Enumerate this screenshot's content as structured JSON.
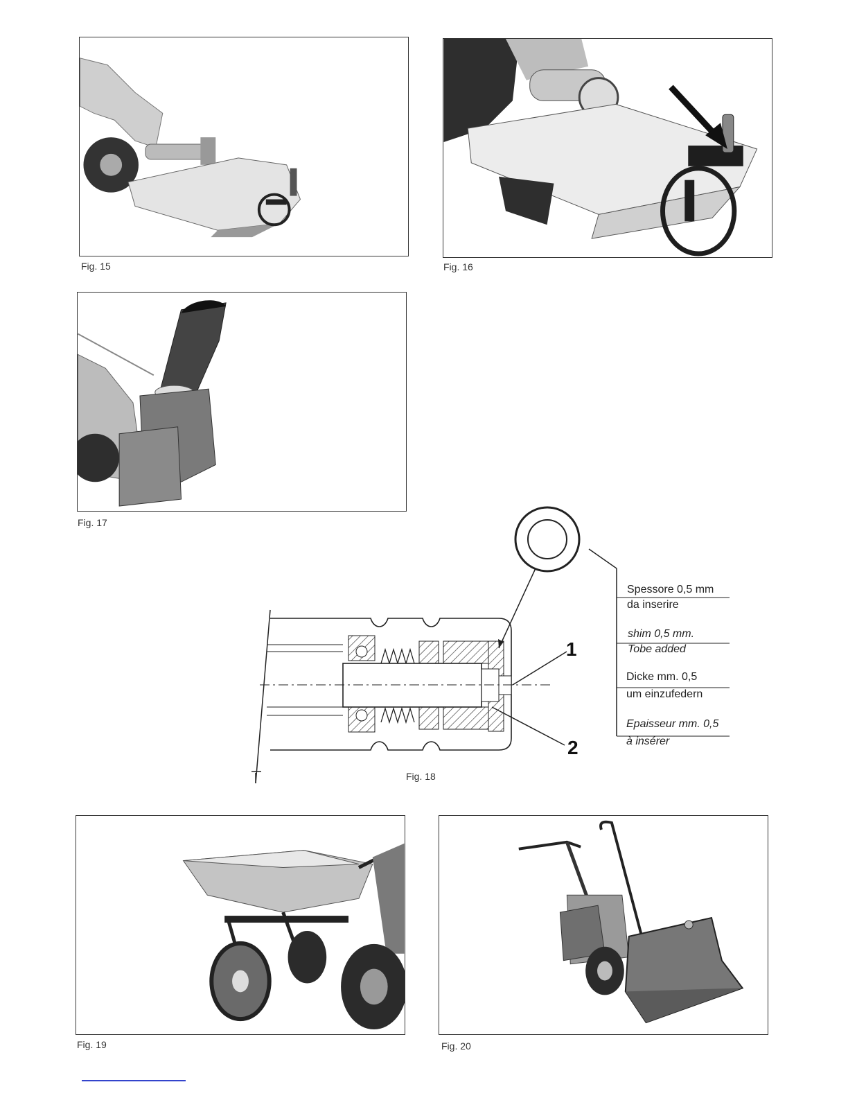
{
  "figures": {
    "fig15": {
      "caption": "Fig. 15",
      "icon": "mower-attachment-photo"
    },
    "fig16": {
      "caption": "Fig. 16",
      "icon": "mower-wheel-arrow-photo"
    },
    "fig17": {
      "caption": "Fig. 17",
      "icon": "snow-thrower-photo"
    },
    "fig18": {
      "caption": "Fig. 18",
      "label_1": "1",
      "label_2": "2",
      "specs": [
        {
          "line1": "Spessore 0,5 mm",
          "line2": "da inserire"
        },
        {
          "line1": "shim 0,5 mm.",
          "line2": "Tobe added"
        },
        {
          "line1": "Dicke mm. 0,5",
          "line2": "um einzufedern"
        },
        {
          "line1": "Epaisseur mm. 0,5",
          "line2": "à insérer"
        }
      ]
    },
    "fig19": {
      "caption": "Fig. 19",
      "icon": "dumper-cart-photo"
    },
    "fig20": {
      "caption": "Fig. 20",
      "icon": "snow-blade-photo"
    }
  }
}
